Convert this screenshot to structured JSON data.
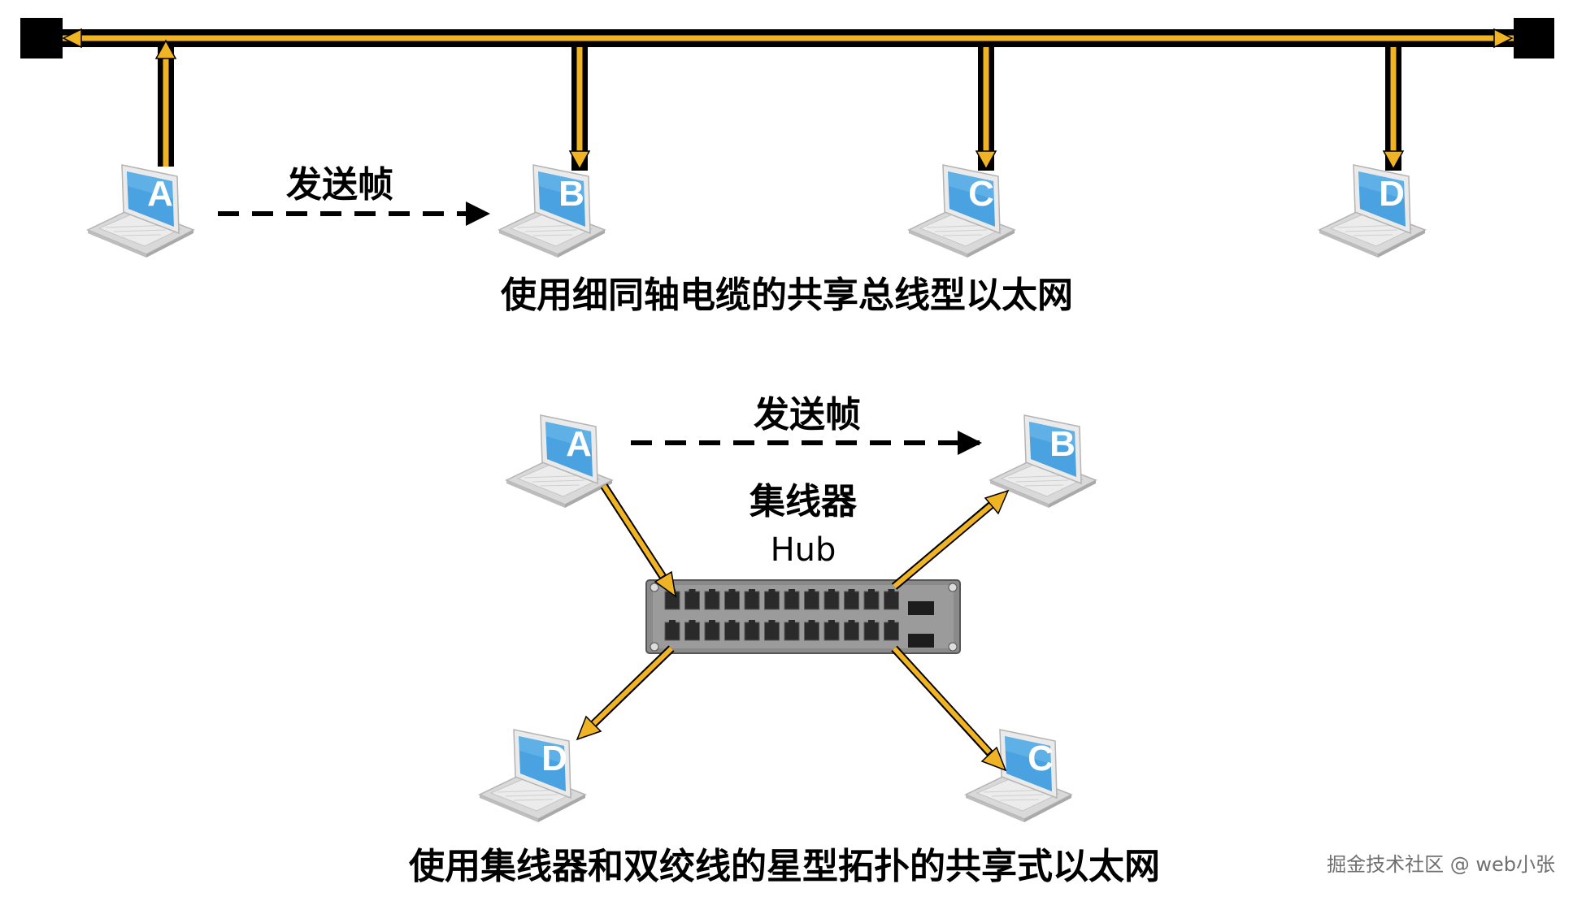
{
  "bus_section": {
    "send_frame_label": "发送帧",
    "caption": "使用细同轴电缆的共享总线型以太网",
    "stations": [
      {
        "id": "A",
        "label": "A"
      },
      {
        "id": "B",
        "label": "B"
      },
      {
        "id": "C",
        "label": "C"
      },
      {
        "id": "D",
        "label": "D"
      }
    ]
  },
  "star_section": {
    "send_frame_label": "发送帧",
    "hub_label_zh": "集线器",
    "hub_label_en": "Hub",
    "caption": "使用集线器和双绞线的星型拓扑的共享式以太网",
    "stations": [
      {
        "id": "A",
        "label": "A"
      },
      {
        "id": "B",
        "label": "B"
      },
      {
        "id": "C",
        "label": "C"
      },
      {
        "id": "D",
        "label": "D"
      }
    ]
  },
  "watermark": "掘金技术社区 @ web小张",
  "colors": {
    "signal": "#f0b323",
    "cable": "#000000",
    "screen": "#4aa3e0",
    "hub_body": "#8a8a8a"
  }
}
